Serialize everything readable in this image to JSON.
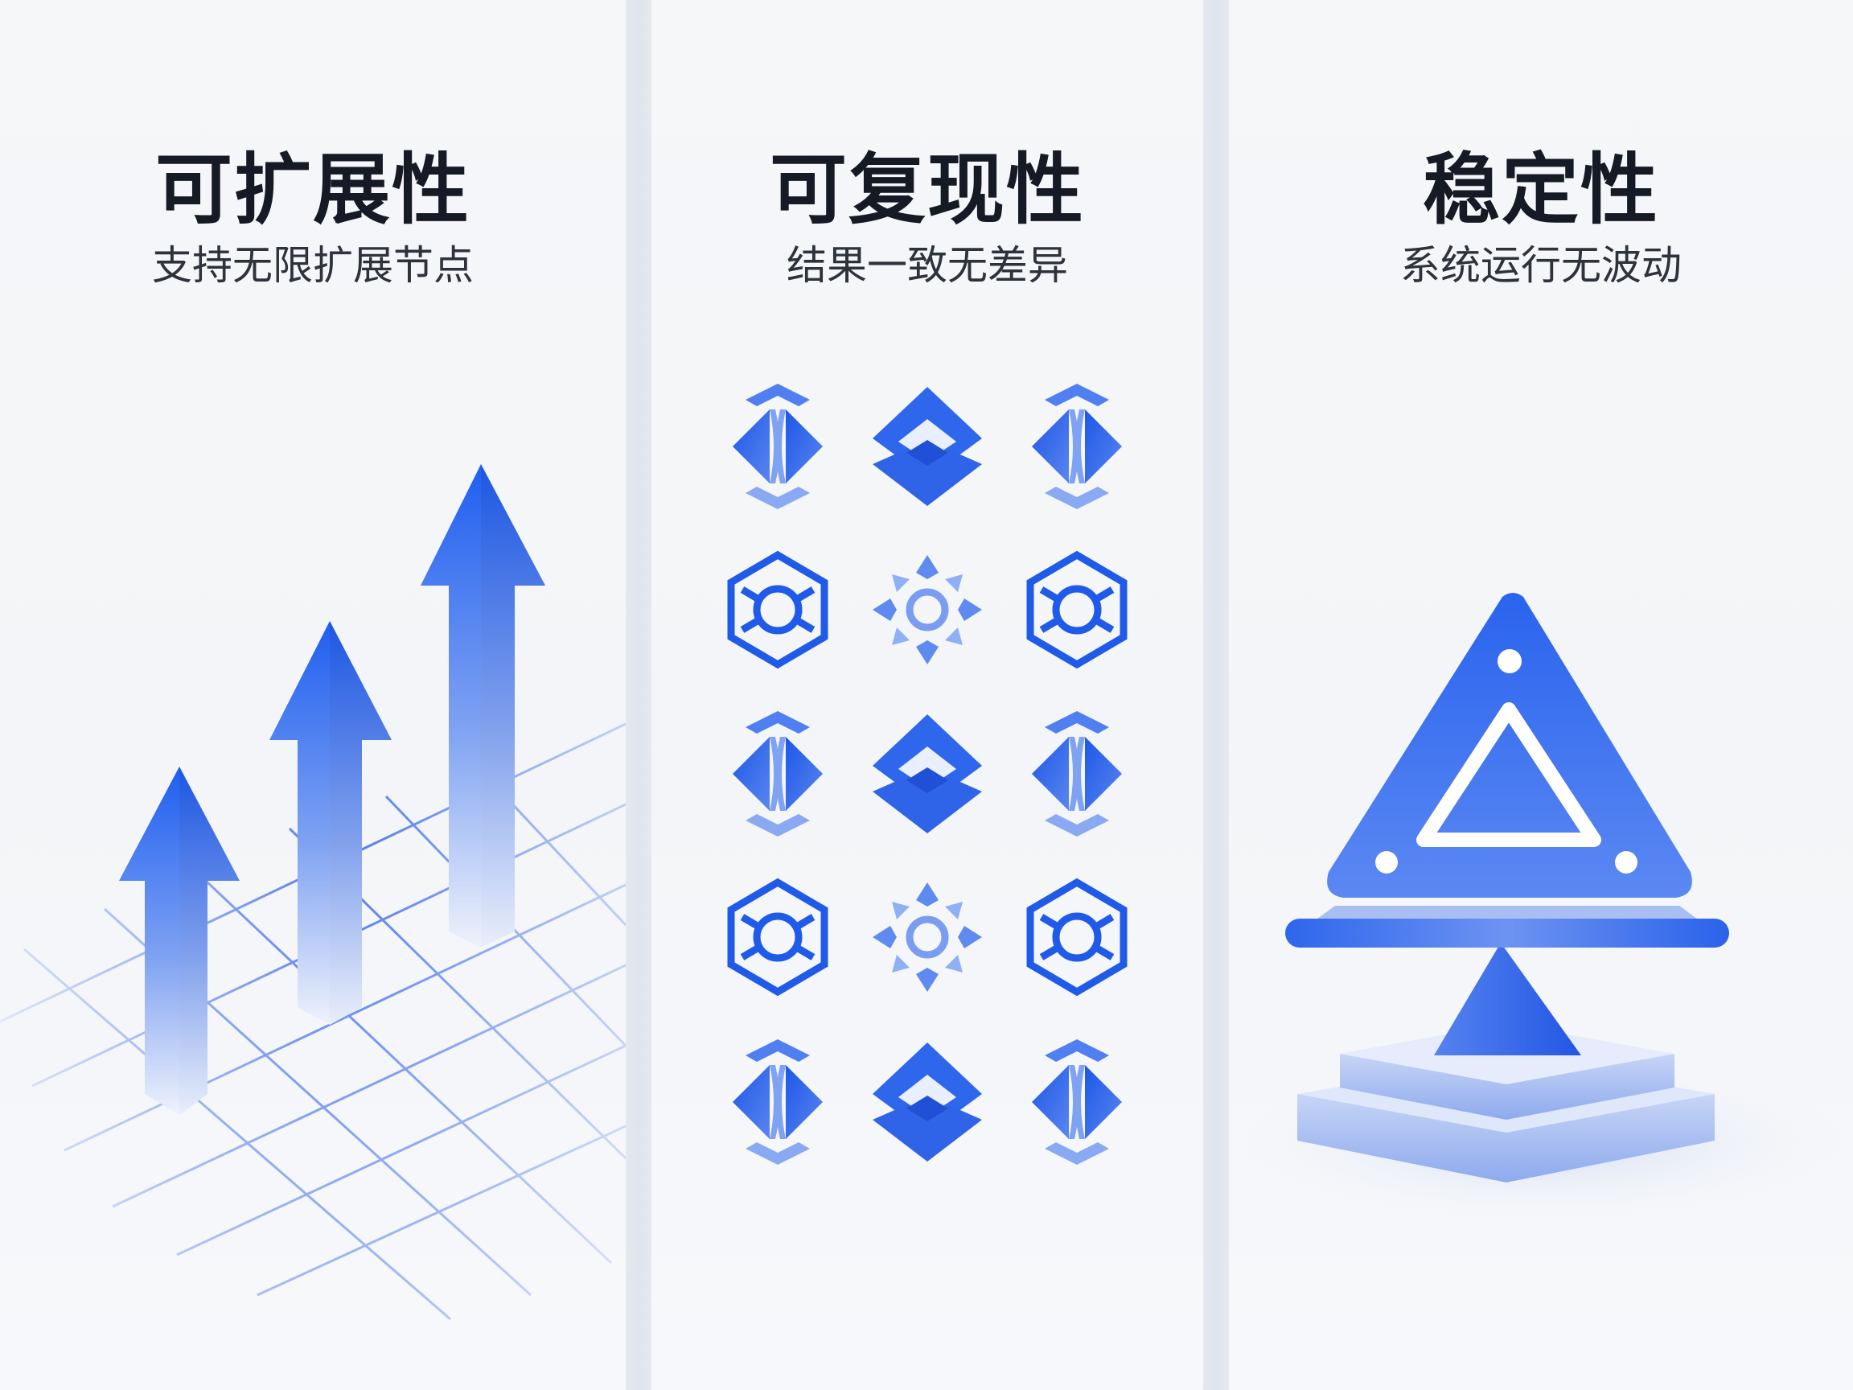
{
  "panels": [
    {
      "title": "可扩展性",
      "subtitle": "支持无限扩展节点",
      "icon": "rising-arrows-icon"
    },
    {
      "title": "可复现性",
      "subtitle": "结果一致无差异",
      "icon": "repeating-pattern-icon"
    },
    {
      "title": "稳定性",
      "subtitle": "系统运行无波动",
      "icon": "balanced-triangle-icon"
    }
  ],
  "colors": {
    "accent": "#2563eb",
    "accent_light": "#9db6f2",
    "title": "#151a24",
    "subtitle": "#2d323b",
    "background": "#f4f6f9"
  }
}
